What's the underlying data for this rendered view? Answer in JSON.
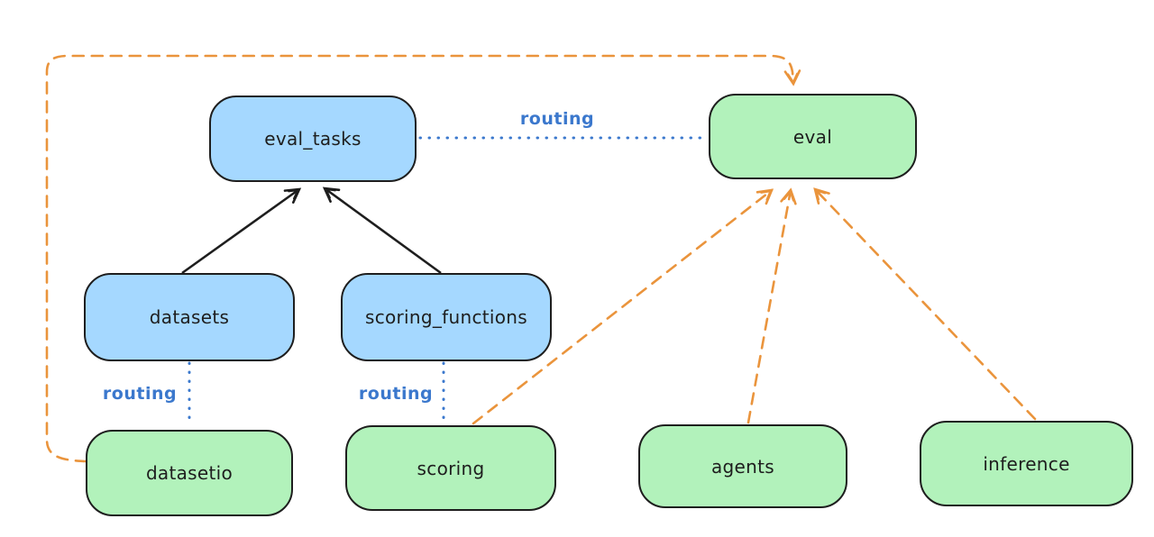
{
  "diagram": {
    "background_color": "#ffffff",
    "colors": {
      "api_fill_blue": "#a5d8ff",
      "provider_fill_green": "#b2f2bb",
      "node_stroke": "#1e1e1e",
      "solid_arrow": "#1e1e1e",
      "routing_blue": "#3b78cd",
      "dashed_orange": "#ea943c"
    },
    "nodes": {
      "eval_tasks": {
        "label": "eval_tasks",
        "fill": "#a5d8ff"
      },
      "eval": {
        "label": "eval",
        "fill": "#b2f2bb"
      },
      "datasets": {
        "label": "datasets",
        "fill": "#a5d8ff"
      },
      "scoring_functions": {
        "label": "scoring_functions",
        "fill": "#a5d8ff"
      },
      "datasetio": {
        "label": "datasetio",
        "fill": "#b2f2bb"
      },
      "scoring": {
        "label": "scoring",
        "fill": "#b2f2bb"
      },
      "agents": {
        "label": "agents",
        "fill": "#b2f2bb"
      },
      "inference": {
        "label": "inference",
        "fill": "#b2f2bb"
      }
    },
    "edges": [
      {
        "from": "datasets",
        "to": "eval_tasks",
        "style": "solid-arrow",
        "color": "#1e1e1e",
        "label": ""
      },
      {
        "from": "scoring_functions",
        "to": "eval_tasks",
        "style": "solid-arrow",
        "color": "#1e1e1e",
        "label": ""
      },
      {
        "from": "eval_tasks",
        "to": "eval",
        "style": "dotted",
        "color": "#3b78cd",
        "label": "routing"
      },
      {
        "from": "datasets",
        "to": "datasetio",
        "style": "dotted",
        "color": "#3b78cd",
        "label": "routing"
      },
      {
        "from": "scoring_functions",
        "to": "scoring",
        "style": "dotted",
        "color": "#3b78cd",
        "label": "routing"
      },
      {
        "from": "datasetio",
        "to": "eval",
        "style": "dashed-arrow",
        "color": "#ea943c",
        "label": ""
      },
      {
        "from": "scoring",
        "to": "eval",
        "style": "dashed-arrow",
        "color": "#ea943c",
        "label": ""
      },
      {
        "from": "agents",
        "to": "eval",
        "style": "dashed-arrow",
        "color": "#ea943c",
        "label": ""
      },
      {
        "from": "inference",
        "to": "eval",
        "style": "dashed-arrow",
        "color": "#ea943c",
        "label": ""
      }
    ]
  }
}
